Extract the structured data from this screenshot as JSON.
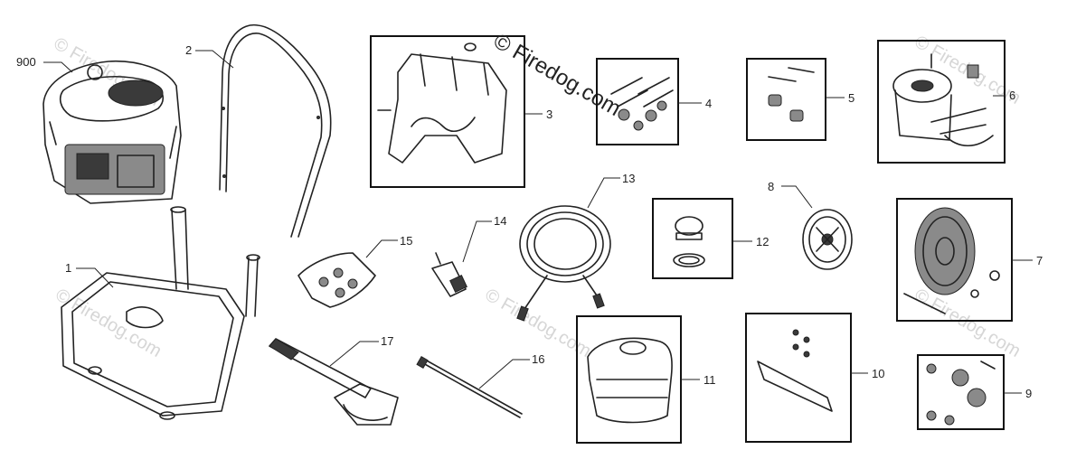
{
  "watermark": {
    "main": "© Firedog.com",
    "repeat": "© Firedog.com"
  },
  "callouts": {
    "p900": "900",
    "p2": "2",
    "p3": "3",
    "p4": "4",
    "p5": "5",
    "p6": "6",
    "p1": "1",
    "p15": "15",
    "p14": "14",
    "p13": "13",
    "p12": "12",
    "p8": "8",
    "p7": "7",
    "p17": "17",
    "p16": "16",
    "p11": "11",
    "p10": "10",
    "p9": "9"
  }
}
